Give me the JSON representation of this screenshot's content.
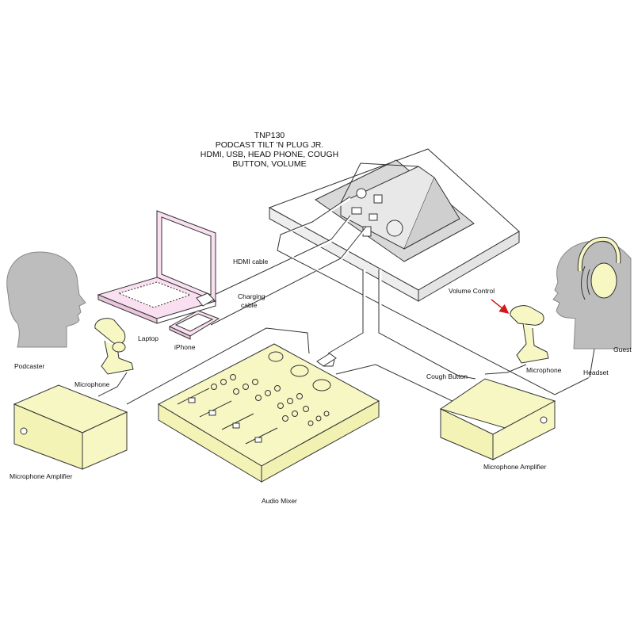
{
  "title_lines": [
    "TNP130",
    "PODCAST TILT 'N PLUG JR.",
    "HDMI, USB, HEAD PHONE, COUGH",
    "BUTTON, VOLUME"
  ],
  "labels": {
    "hdmi_cable": "HDMI cable",
    "charging_cable_1": "Charging",
    "charging_cable_2": "cable",
    "laptop": "Laptop",
    "iphone": "iPhone",
    "podcaster": "Podcaster",
    "microphone_left": "Microphone",
    "microphone_amp_left": "Microphone Amplifier",
    "audio_mixer": "Audio Mixer",
    "volume_control": "Volume Control",
    "cough_button": "Cough Button",
    "microphone_right": "Microphone",
    "headset": "Headset",
    "guest": "Guest",
    "microphone_amp_right": "Microphone Amplifier"
  },
  "colors": {
    "device_yellow": "#f7f7c4",
    "laptop_pink": "#f9dff0",
    "person_gray": "#bdbdbd",
    "panel_gray": "#dcdcdc",
    "outline": "#333333",
    "arrow_red": "#d11a1a"
  }
}
